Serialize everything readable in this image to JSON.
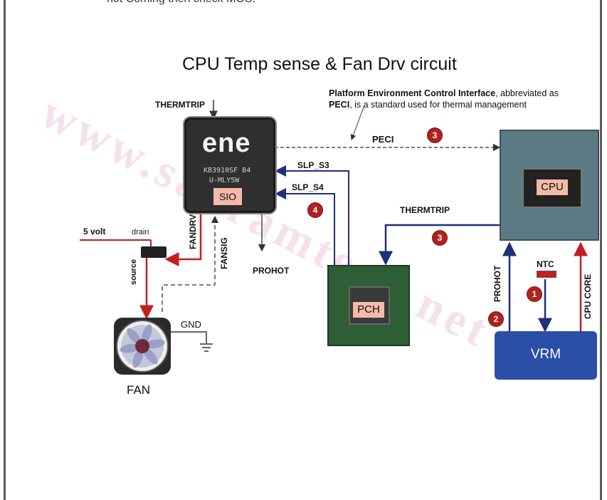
{
  "top_text": "not Coming then check MOS.",
  "title": "CPU Temp sense & Fan Drv  circuit",
  "peci_note": {
    "bold_part": "Platform Environment Control Interface",
    "rest": ", abbreviated as",
    "line2_bold": "PECI",
    "line2_rest": ", is a  standard used for thermal management"
  },
  "sio": {
    "brand": "ene",
    "part": "KB3910SF B4",
    "part2": "U-MLY5W",
    "label": "SIO"
  },
  "cpu": {
    "label": "CPU"
  },
  "pch": {
    "label": "PCH"
  },
  "vrm": {
    "label": "VRM"
  },
  "fan": {
    "label": "FAN"
  },
  "signals": {
    "thermtrip_top": "THERMTRIP",
    "peci": "PECI",
    "slp_s3": "SLP_S3",
    "slp_s4": "SLP_S4",
    "thermtrip_right": "THERMTRIP",
    "prohot": "PROHOT",
    "prohot_vertical": "PROHOT",
    "ntc": "NTC",
    "cpu_core": "CPU CORE",
    "fandrv": "FANDRV",
    "fansig": "FANSIG",
    "five_volt": "5 volt",
    "drain": "drain",
    "source": "source",
    "gnd": "GND"
  },
  "markers": {
    "m_peci": "3",
    "m_thermtrip": "3",
    "m_slp": "4",
    "m_ntc": "1",
    "m_prohot": "2"
  },
  "watermark": "www.sahramtech.net",
  "colors": {
    "wire_blue": "#1f2f7a",
    "wire_red": "#c41e1e",
    "vrm_fill": "#2b4ea8",
    "marker": "#b3201e"
  }
}
